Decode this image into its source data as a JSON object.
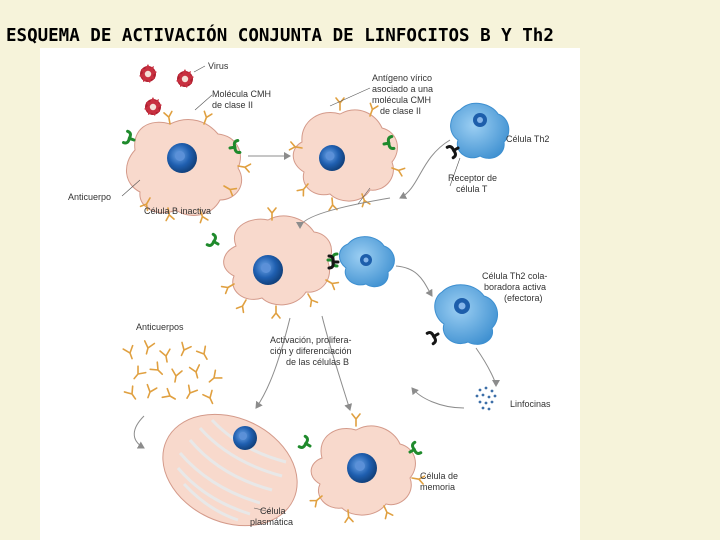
{
  "title": "ESQUEMA DE ACTIVACIÓN CONJUNTA DE LINFOCITOS B Y Th2",
  "labels": {
    "virus": "Virus",
    "mhc_1": "Molécula CMH",
    "mhc_2": "de clase II",
    "antigen_1": "Antígeno vírico",
    "antigen_2": "asociado a una",
    "antigen_3": "molécula CMH",
    "antigen_4": "de clase II",
    "th2_cell": "Célula Th2",
    "tcr_1": "Receptor de",
    "tcr_2": "célula T",
    "antibody": "Anticuerpo",
    "inactive_b": "Célula B inactiva",
    "active_th2_1": "Célula Th2 cola-",
    "active_th2_2": "boradora activa",
    "active_th2_3": "(efectora)",
    "antibodies": "Anticuerpos",
    "activation_1": "Activación, prolifera-",
    "activation_2": "ción y diferenciación",
    "activation_3": "de las células B",
    "lymphokines": "Linfocinas",
    "memory_1": "Célula de",
    "memory_2": "memoria",
    "plasma_1": "Célula",
    "plasma_2": "plasmática"
  },
  "colors": {
    "page_background": "#f6f3da",
    "panel": "#ffffff",
    "b_cell": "#f8d9cc",
    "b_cell_outline": "#d49a8a",
    "nucleus": "#1d5eab",
    "th_cell": "#5aa6de",
    "receptor_green": "#1f8a2c",
    "antibody_orange": "#e0a040",
    "virus": "#b02030",
    "arrow": "#9a9a9a"
  }
}
